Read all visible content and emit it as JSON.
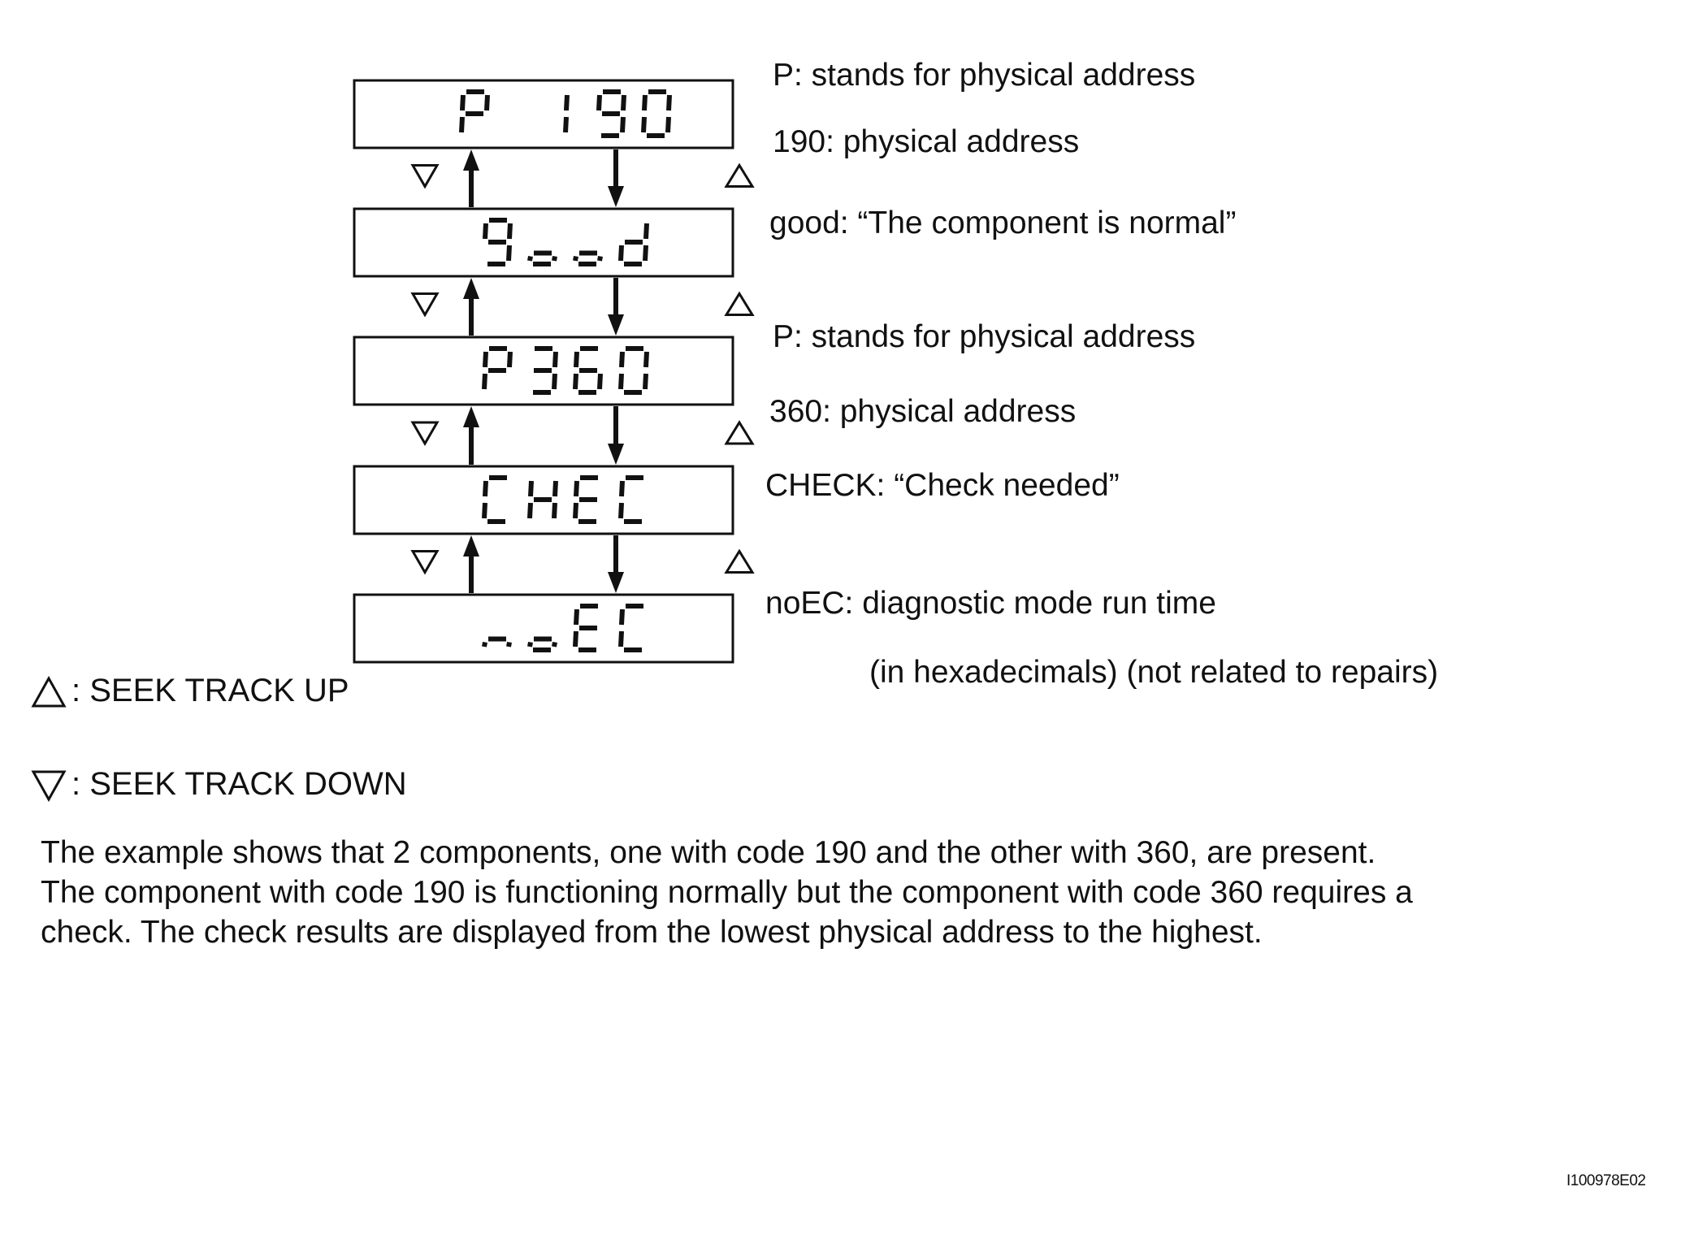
{
  "screens": [
    {
      "code": "P 190",
      "description_lines": [
        "P: stands for physical address",
        "190:  physical address"
      ]
    },
    {
      "code": "Good",
      "description_lines": [
        "good: “The component is normal”"
      ]
    },
    {
      "code": "P360",
      "description_lines": [
        "P: stands for physical address",
        "360: physical address"
      ]
    },
    {
      "code": "CHEC",
      "description_lines": [
        "CHECK: “Check needed”"
      ]
    },
    {
      "code": "noEC",
      "description_lines": [
        "noEC: diagnostic mode run time",
        "(in hexadecimals) (not related to repairs)"
      ]
    }
  ],
  "navigation": {
    "up_icon": "triangle-up-outline-icon",
    "down_icon": "triangle-down-outline-icon"
  },
  "legend": {
    "up_label": ": SEEK TRACK UP",
    "down_label": ": SEEK TRACK DOWN"
  },
  "explanation": [
    "The example shows that 2 components, one with code 190 and the other with 360, are present.",
    "The component with code 190 is functioning normally but the component with code 360 requires a",
    "check. The check results are displayed from the lowest physical address to the highest."
  ],
  "figure_id": "I100978E02",
  "colors": {
    "ink": "#111111",
    "background": "#ffffff"
  }
}
